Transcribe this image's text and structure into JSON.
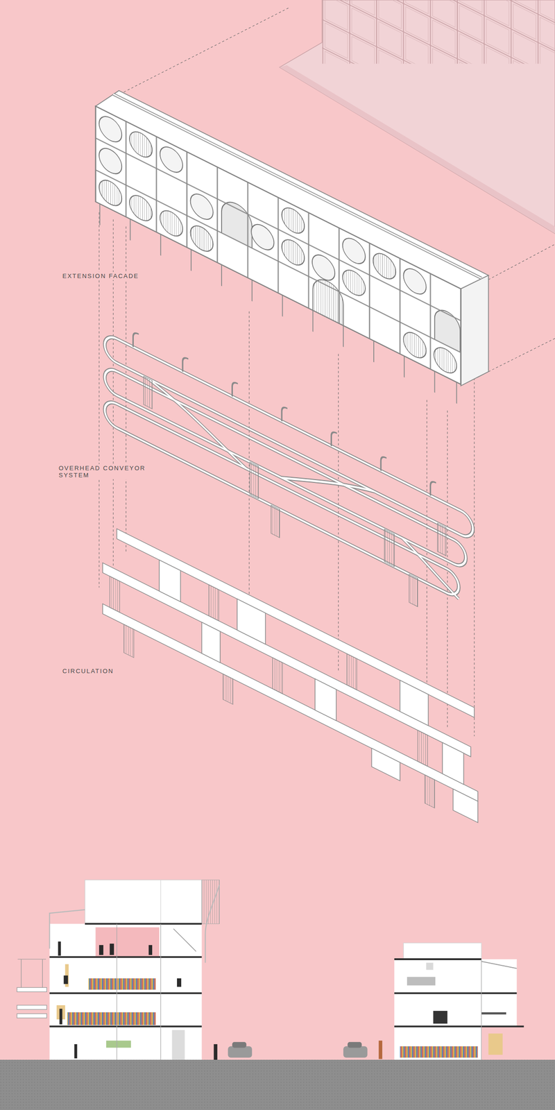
{
  "diagram": {
    "labels": [
      "EXTENSION FACADE",
      "OVERHEAD CONVEYOR SYSTEM",
      "CIRCULATION"
    ]
  }
}
